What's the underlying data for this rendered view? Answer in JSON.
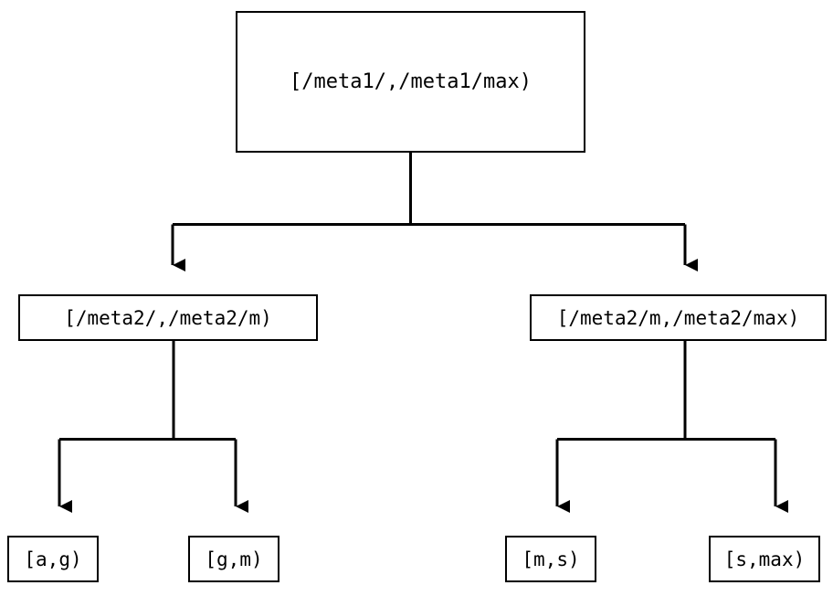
{
  "diagram": {
    "type": "tree",
    "orientation": "top-down",
    "background_color": "#ffffff",
    "line_color": "#000000",
    "node_border_color": "#000000",
    "node_fill_color": "#ffffff",
    "edge_arrowhead": "filled-triangle-down",
    "levels": 3,
    "nodes": {
      "root": {
        "label": "[/meta1/,/meta1/max)",
        "level": 0
      },
      "left_branch": {
        "label": "[/meta2/,/meta2/m)",
        "level": 1
      },
      "right_branch": {
        "label": "[/meta2/m,/meta2/max)",
        "level": 1
      },
      "leaf_ag": {
        "label": "[a,g)",
        "level": 2
      },
      "leaf_gm": {
        "label": "[g,m)",
        "level": 2
      },
      "leaf_ms": {
        "label": "[m,s)",
        "level": 2
      },
      "leaf_smax": {
        "label": "[s,max)",
        "level": 2
      }
    },
    "edges": [
      {
        "from": "root",
        "to": "left_branch"
      },
      {
        "from": "root",
        "to": "right_branch"
      },
      {
        "from": "left_branch",
        "to": "leaf_ag"
      },
      {
        "from": "left_branch",
        "to": "leaf_gm"
      },
      {
        "from": "right_branch",
        "to": "leaf_ms"
      },
      {
        "from": "right_branch",
        "to": "leaf_smax"
      }
    ]
  }
}
